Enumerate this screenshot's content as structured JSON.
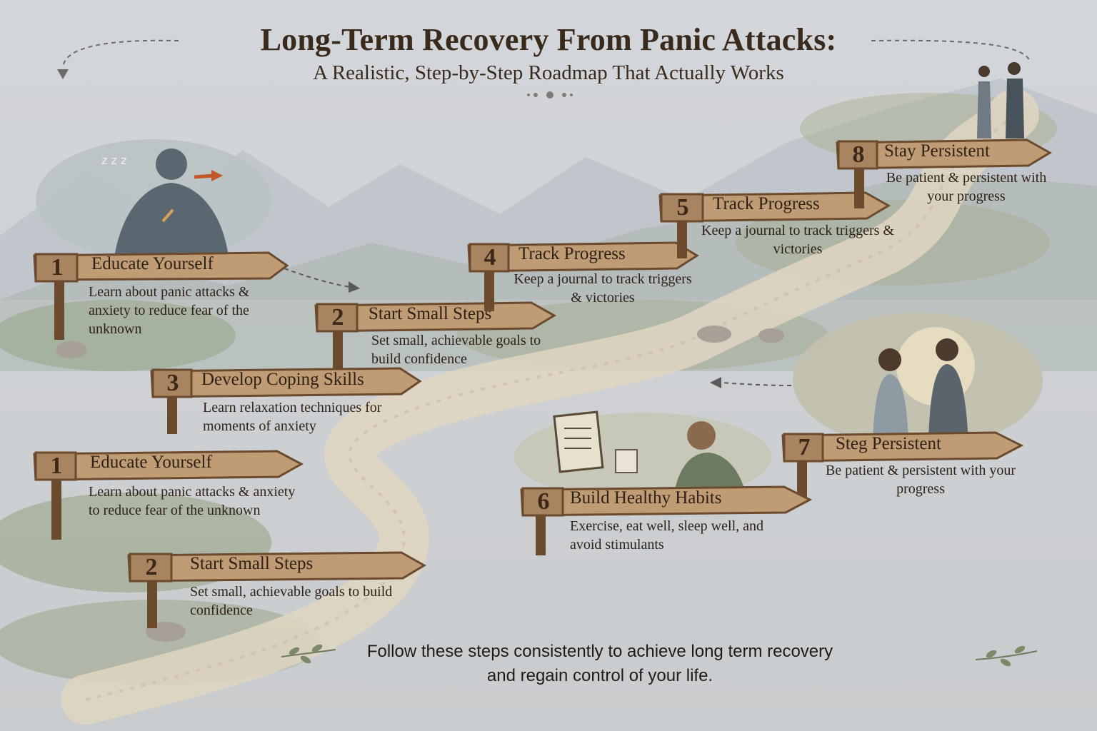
{
  "header": {
    "title": "Long-Term Recovery From Panic Attacks:",
    "subtitle": "A Realistic, Step-by-Step Roadmap That Actually Works"
  },
  "signs": [
    {
      "number": "1",
      "heading": "Educate Yourself",
      "description": "Learn about panic attacks & anxiety to reduce fear of the unknown"
    },
    {
      "number": "2",
      "heading": "Start Small Steps",
      "description": "Set small, achievable goals to build confidence"
    },
    {
      "number": "3",
      "heading": "Develop Coping Skills",
      "description": "Learn relaxation techniques for moments of anxiety"
    },
    {
      "number": "1",
      "heading": "Educate Yourself",
      "description": "Learn about panic attacks & anxiety to reduce fear of the unknown"
    },
    {
      "number": "2",
      "heading": "Start Small Steps",
      "description": "Set small, achievable goals to build confidence"
    },
    {
      "number": "4",
      "heading": "Track Progress",
      "description": "Keep a journal to track triggers & victories"
    },
    {
      "number": "5",
      "heading": "Track Progress",
      "description": "Keep a journal to track triggers & victories"
    },
    {
      "number": "8",
      "heading": "Stay Persistent",
      "description": "Be patient & persistent with your progress"
    },
    {
      "number": "7",
      "heading": "Steg Persistent",
      "description": "Be patient & persistent with your progress"
    },
    {
      "number": "6",
      "heading": "Build Healthy Habits",
      "description": "Exercise, eat well, sleep well, and avoid stimulants"
    }
  ],
  "footer": {
    "line1": "Follow these steps consistently to achieve long term recovery",
    "line2": "and regain control of your life."
  },
  "colors": {
    "parchment": "#cfd4d8",
    "wood": "#b8916a",
    "wood_dark": "#6b4a2e",
    "text": "#2e2116",
    "path": "#d9cdb8"
  },
  "icons": [
    "breathing-figure-icon",
    "journal-and-coffee-icon",
    "couple-walking-icon",
    "leaf-sprig-icon"
  ]
}
